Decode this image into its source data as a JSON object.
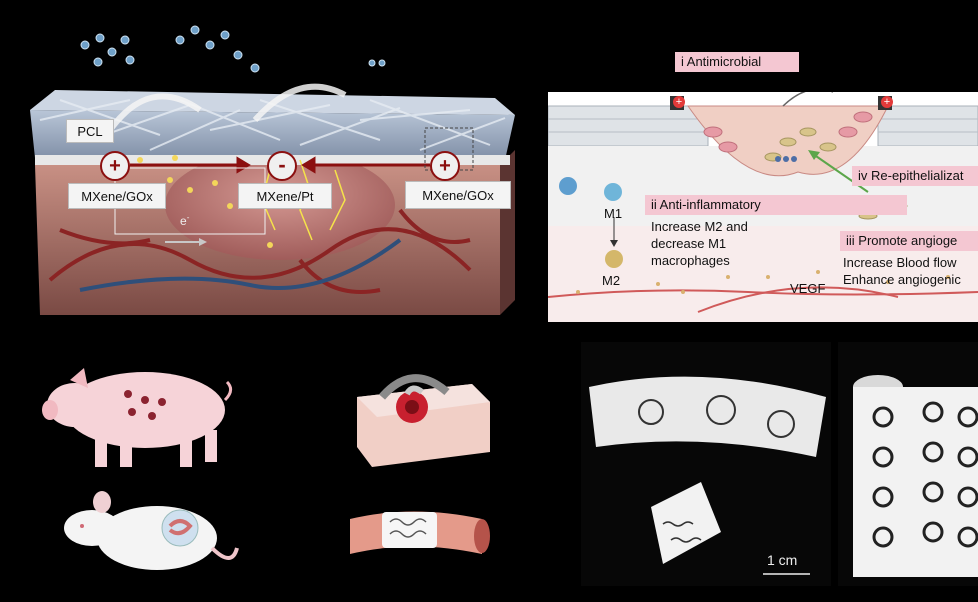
{
  "wound_section": {
    "pcl_label": "PCL",
    "left_electrode": "MXene/GOx",
    "center_electrode": "MXene/Pt",
    "right_electrode": "MXene/GOx",
    "electron_label": "e",
    "electron_sup": "-",
    "plus_sign": "+",
    "minus_sign": "-"
  },
  "mechanism": {
    "antimicrobial": "i  Antimicrobial",
    "anti_inflammatory": "ii  Anti-inflammatory",
    "anti_inflammatory_text": [
      "Increase M2  and",
      "decrease M1",
      "macrophages"
    ],
    "m1_label": "M1",
    "m2_label": "M2",
    "re_epithelialization": "iv  Re-epithelializat",
    "angiogenesis": "iii  Promote angioge",
    "angiogenesis_text": [
      "Increase Blood flow",
      "Enhance angiogenic"
    ],
    "vegf_label": "VEGF",
    "plus_sign": "+"
  },
  "photo": {
    "scale_label": "1 cm"
  },
  "colors": {
    "pink_bar": "#f4c7d2",
    "vessel_red": "#8b2424",
    "vessel_blue": "#2f4f7a",
    "electrode_arrow": "#8b1010"
  }
}
